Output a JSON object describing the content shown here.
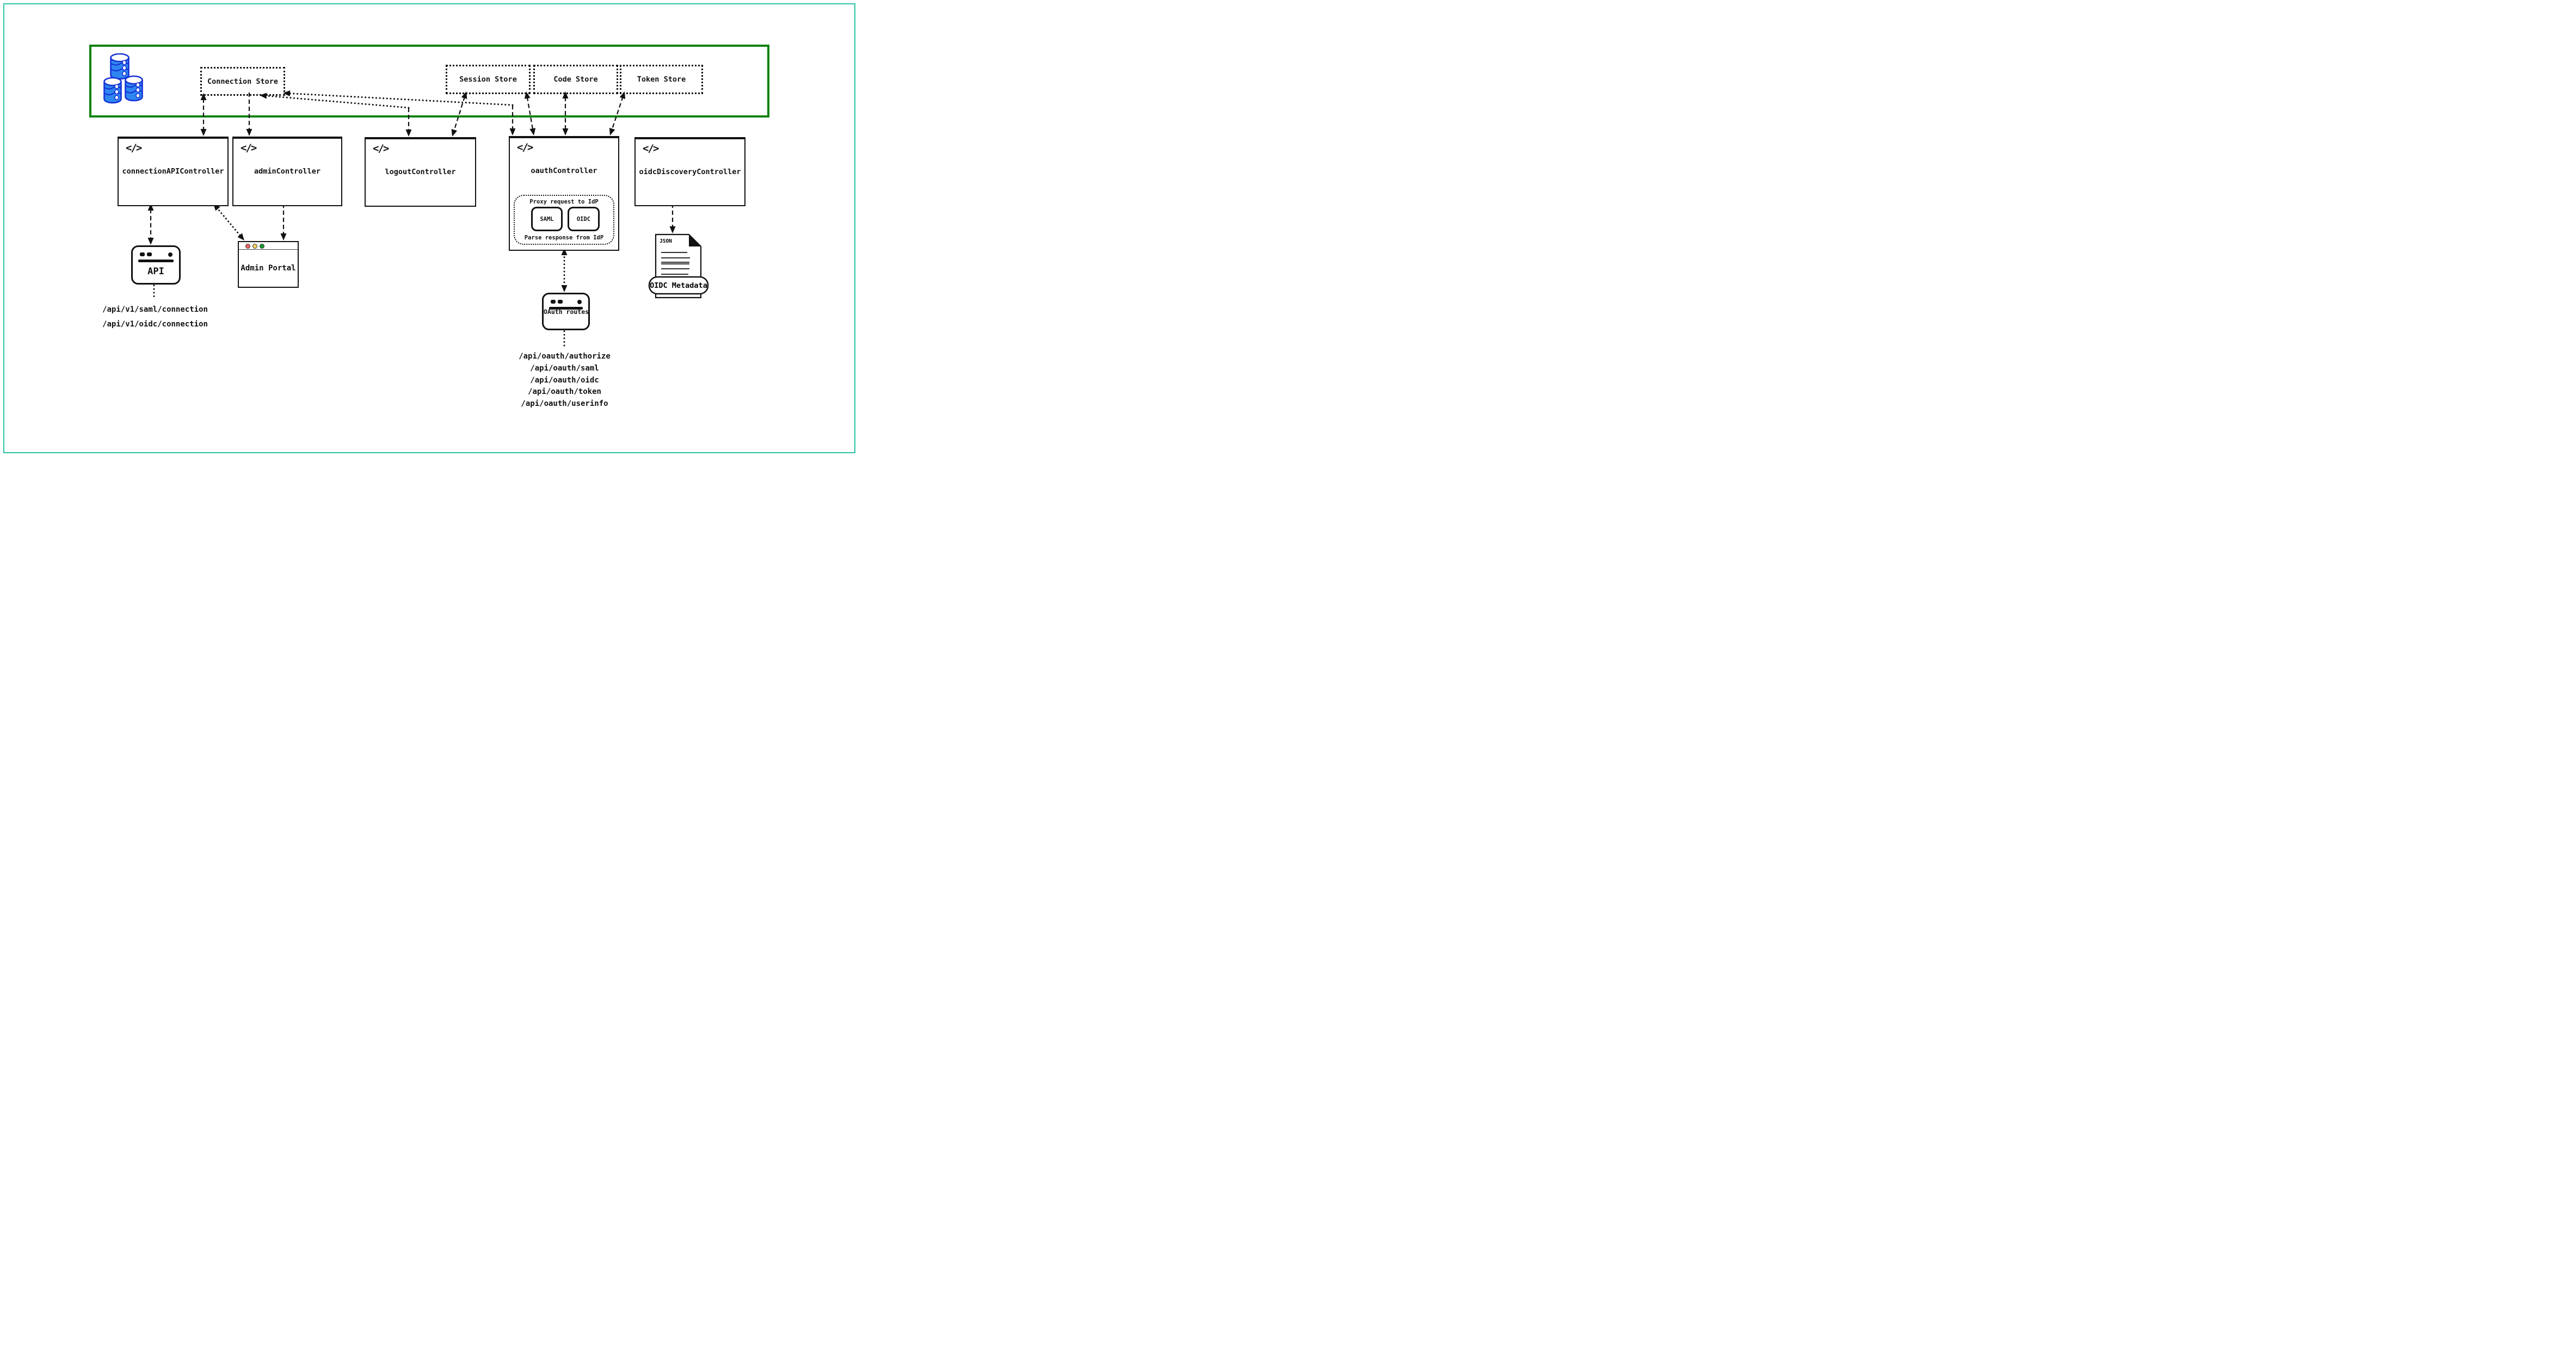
{
  "diagram": {
    "store_zone": {
      "stores": {
        "connection": {
          "label": "Connection Store"
        },
        "session": {
          "label": "Session Store"
        },
        "code": {
          "label": "Code Store"
        },
        "token": {
          "label": "Token Store"
        }
      }
    },
    "code_icon_glyph": "</>",
    "controllers": {
      "connection_api": {
        "label": "connectionAPIController"
      },
      "admin": {
        "label": "adminController"
      },
      "logout": {
        "label": "logoutController"
      },
      "oauth": {
        "label": "oauthController"
      },
      "oidc_discovery": {
        "label": "oidcDiscoveryController"
      }
    },
    "oauth_internals": {
      "proxy_label": "Proxy request to IdP",
      "saml_label": "SAML",
      "oidc_label": "OIDC",
      "parse_label": "Parse response from IdP"
    },
    "windows": {
      "api": {
        "label": "API"
      },
      "admin_portal": {
        "label": "Admin Portal"
      },
      "oauth_routes": {
        "label": "OAuth routes"
      }
    },
    "json_document": {
      "file_type": "JSON",
      "label": "OIDC Metadata"
    },
    "api_paths": [
      "/api/v1/saml/connection",
      "/api/v1/oidc/connection"
    ],
    "oauth_paths": [
      "/api/oauth/authorize",
      "/api/oauth/saml",
      "/api/oauth/oidc",
      "/api/oauth/token",
      "/api/oauth/userinfo"
    ],
    "colors": {
      "outer_border": "#2bc3a4",
      "store_zone_border": "#0f8210",
      "database_fill": "#2e86f0",
      "database_stroke": "#1733d6",
      "traffic_red": "#f4645f",
      "traffic_yellow": "#f6cf60",
      "traffic_green": "#17992e"
    }
  }
}
